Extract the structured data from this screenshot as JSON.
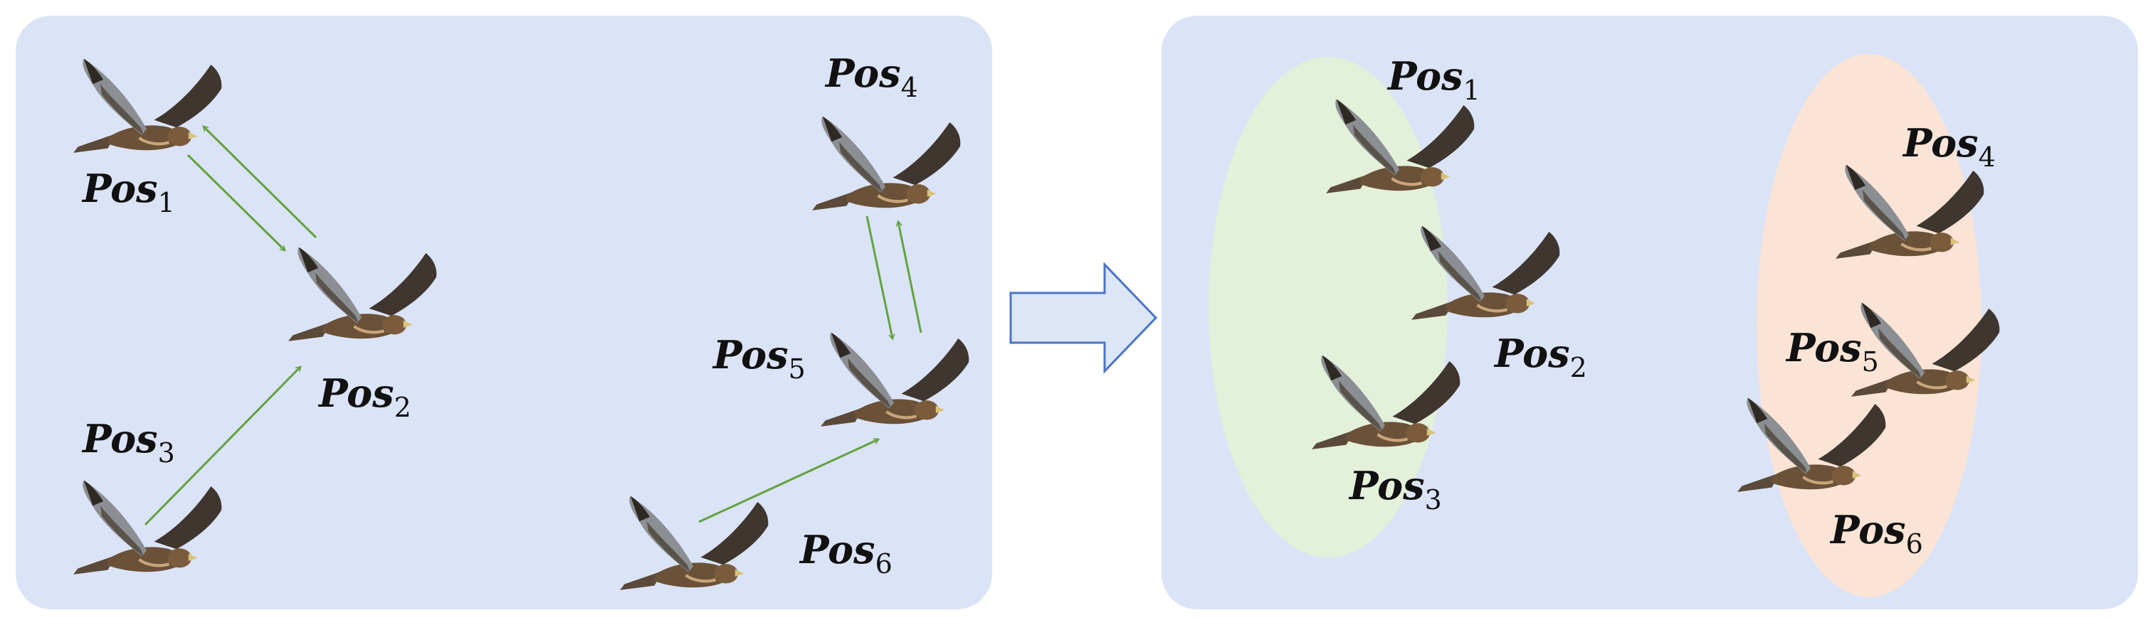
{
  "labels": {
    "prefix": "Pos",
    "subs": [
      "1",
      "2",
      "3",
      "4",
      "5",
      "6"
    ]
  },
  "colors": {
    "panel": "#dbe3f6",
    "cluster_a": "#e3f0da",
    "cluster_b": "#fbe4d6",
    "arrow_green": "#62a23e",
    "big_arrow_fill": "#dce6f7",
    "big_arrow_stroke": "#4a74c6",
    "wing_dark": "#3e362f",
    "wing_grey": "#8b8f93",
    "body_brown": "#6a5138",
    "head": "#7a5c3c",
    "beak": "#d8c27a"
  },
  "icons": {
    "bird": "hawk-icon",
    "transition": "right-arrow-icon"
  }
}
